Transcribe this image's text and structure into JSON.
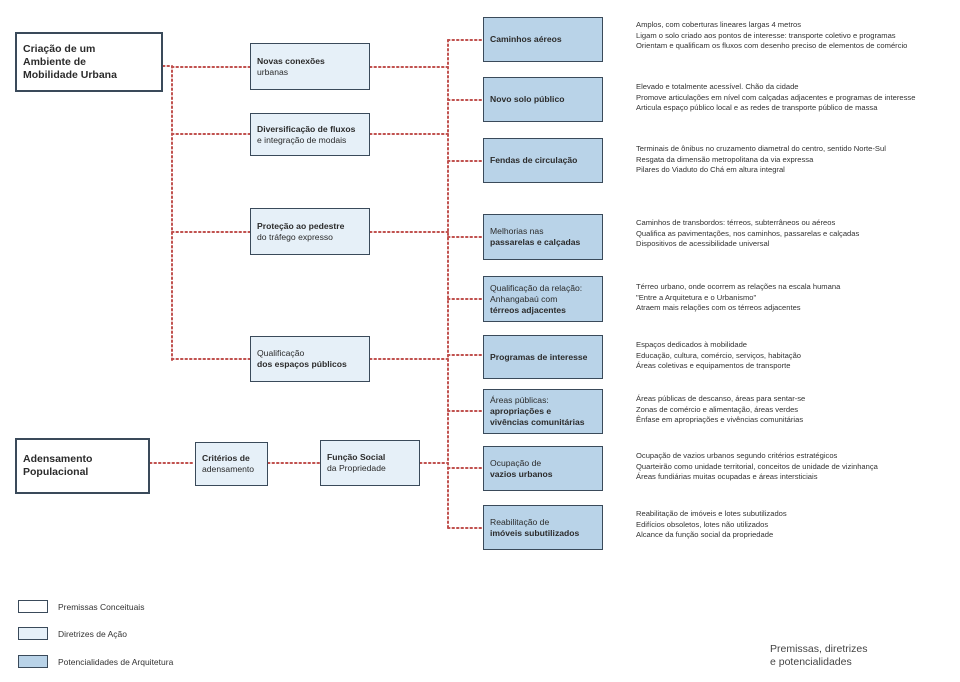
{
  "premissas": {
    "p1": "Criação de um Ambiente de Mobilidade Urbana",
    "p2": "Adensamento Populacional"
  },
  "diretrizes": {
    "d1": {
      "bold": "Novas conexões",
      "normal": "urbanas"
    },
    "d2": {
      "bold": "Diversificação de fluxos",
      "normal": "e integração de modais"
    },
    "d3": {
      "bold": "Proteção ao pedestre",
      "normal": "do tráfego expresso"
    },
    "d4": {
      "normal": "Qualificação",
      "bold": "dos espaços públicos"
    },
    "d5": {
      "bold": "Critérios de",
      "normal": "adensamento"
    },
    "d6": {
      "bold": "Função Social",
      "normal": "da Propriedade"
    }
  },
  "potencialidades": {
    "k1": {
      "l1": "Caminhos aéreos"
    },
    "k2": {
      "l1": "Novo solo público"
    },
    "k3": {
      "l1": "Fendas de circulação"
    },
    "k4": {
      "l1": "Melhorias nas",
      "l2": "passarelas e calçadas"
    },
    "k5": {
      "l1": "Qualificação da relação:",
      "l2": "Anhangabaú com",
      "l3": "térreos adjacentes"
    },
    "k6": {
      "l1": "Programas de interesse"
    },
    "k7": {
      "l1": "Áreas públicas:",
      "l2": "apropriações e",
      "l3": "vivências comunitárias"
    },
    "k8": {
      "l1": "Ocupação de",
      "l2": "vazios urbanos"
    },
    "k9": {
      "l1": "Reabilitação de",
      "l2": "imóveis subutilizados"
    }
  },
  "descriptions": {
    "k1": [
      "Amplos, com coberturas lineares largas 4 metros",
      "Ligam o solo criado aos pontos de interesse: transporte coletivo e programas",
      "Orientam e qualificam os fluxos com desenho preciso de elementos de comércio"
    ],
    "k2": [
      "Elevado e totalmente acessível. Chão da cidade",
      "Promove articulações em nível com calçadas adjacentes e programas de interesse",
      "Articula espaço público local e as redes de transporte público de massa"
    ],
    "k3": [
      "Terminais de ônibus no cruzamento diametral do centro, sentido Norte-Sul",
      "Resgata da dimensão metropolitana da via expressa",
      "Pilares do Viaduto do Chá em altura integral"
    ],
    "k4": [
      "Caminhos de transbordos: térreos, subterrâneos ou aéreos",
      "Qualifica as pavimentações, nos caminhos, passarelas e calçadas",
      "Dispositivos de acessibilidade universal"
    ],
    "k5": [
      "Térreo urbano, onde ocorrem as relações na escala humana",
      "\"Entre a Arquitetura e o Urbanismo\"",
      "Atraem mais relações com os térreos adjacentes"
    ],
    "k6": [
      "Espaços dedicados à mobilidade",
      "Educação, cultura, comércio, serviços, habitação",
      "Áreas coletivas e equipamentos de transporte"
    ],
    "k7": [
      "Áreas públicas de descanso, áreas para sentar-se",
      "Zonas de comércio e alimentação, áreas verdes",
      "Ênfase em apropriações e vivências comunitárias"
    ],
    "k8": [
      "Ocupação de vazios urbanos segundo critérios estratégicos",
      "Quarteirão como unidade territorial, conceitos de unidade de vizinhança",
      "Áreas fundiárias muitas ocupadas e áreas intersticiais"
    ],
    "k9": [
      "Reabilitação de imóveis e lotes subutilizados",
      "Edifícios obsoletos, lotes não utilizados",
      "Alcance da função social da propriedade"
    ]
  },
  "legend": {
    "premissas": "Premissas Conceituais",
    "diretrizes": "Diretrizes de Ação",
    "potencialidades": "Potencialidades de Arquitetura"
  },
  "caption": {
    "l1": "Premissas, diretrizes",
    "l2": "e potencialidades"
  },
  "colors": {
    "premissas": "#ffffff",
    "diretrizes": "#e6f0f8",
    "potencialidades": "#b9d3e8",
    "connector": "#c0504d",
    "border": "#3a4a5a"
  }
}
